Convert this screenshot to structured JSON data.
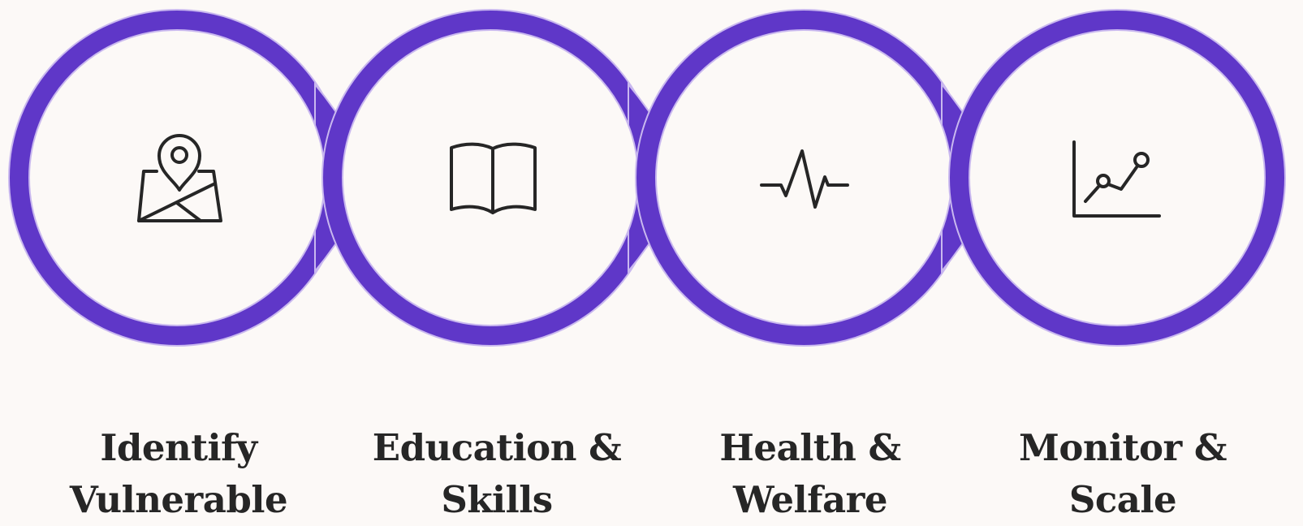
{
  "colors": {
    "background": "#fcf9f7",
    "ring": "#5f37c8",
    "ring_outline": "#c9b8ef",
    "icon_stroke": "#262626",
    "label_text": "#262626"
  },
  "steps": [
    {
      "icon": "map-pin-icon",
      "label_lines": [
        "Identify",
        "Vulnerable"
      ]
    },
    {
      "icon": "open-book-icon",
      "label_lines": [
        "Education &",
        "Skills"
      ]
    },
    {
      "icon": "heartbeat-icon",
      "label_lines": [
        "Health &",
        "Welfare"
      ]
    },
    {
      "icon": "line-chart-icon",
      "label_lines": [
        "Monitor &",
        "Scale"
      ]
    }
  ]
}
